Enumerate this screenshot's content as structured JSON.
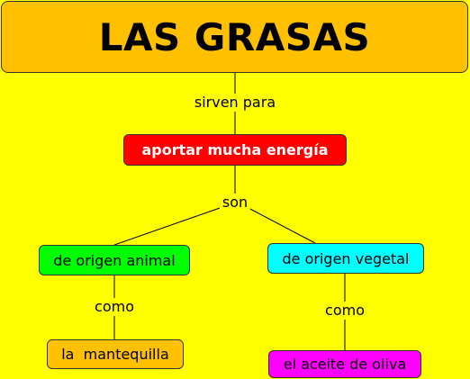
{
  "diagram": {
    "title": "LAS GRASAS",
    "nodes": {
      "energy": "aportar mucha energía",
      "animal": "de origen animal",
      "vegetal": "de origen vegetal",
      "mantequilla": "la  mantequilla",
      "aceite": "el aceite de oliva"
    },
    "links": {
      "sirven_para": "sirven para",
      "son": "son",
      "como_animal": "como",
      "como_vegetal": "como"
    }
  },
  "colors": {
    "background": "#ffff00",
    "title": "#ffc000",
    "energy": "#ff0000",
    "animal": "#00ff00",
    "vegetal": "#00ffff",
    "mantequilla": "#ffc000",
    "aceite": "#ff00ff"
  }
}
